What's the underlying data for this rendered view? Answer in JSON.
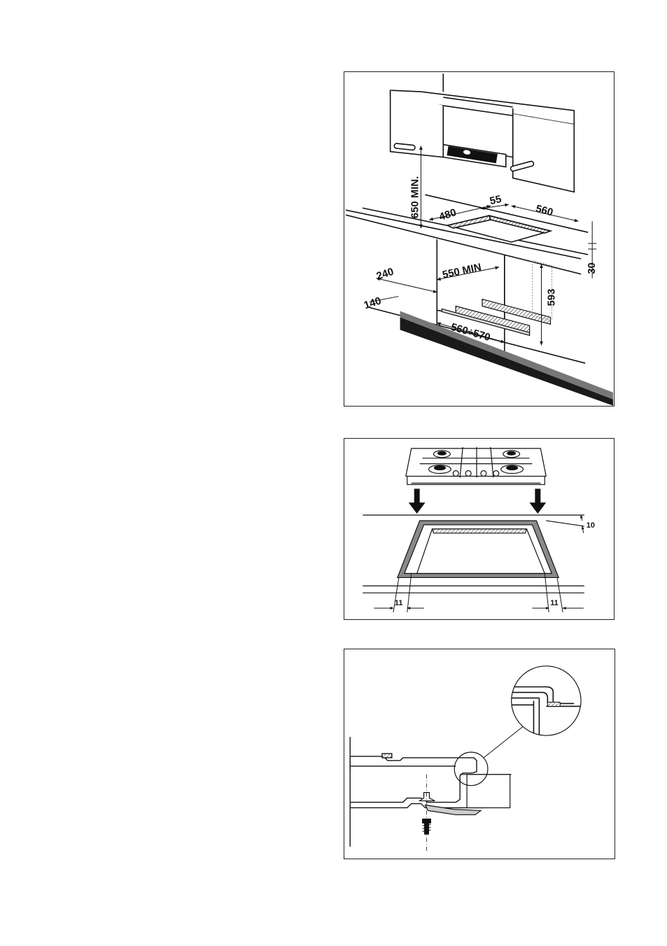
{
  "diagram_install": {
    "dim_650": "650 MIN.",
    "dim_480": "480",
    "dim_55": "55",
    "dim_560": "560",
    "dim_30": "30",
    "dim_550": "550 MIN",
    "dim_240": "240",
    "dim_140": "140",
    "dim_593": "593",
    "dim_560_570": "560÷570"
  },
  "diagram_insert": {
    "dim_10": "10",
    "dim_11_left": "11",
    "dim_11_right": "11"
  },
  "colors": {
    "line": "#111111",
    "hatch": "#8a8a8a",
    "floor": "#1a1a1a"
  }
}
